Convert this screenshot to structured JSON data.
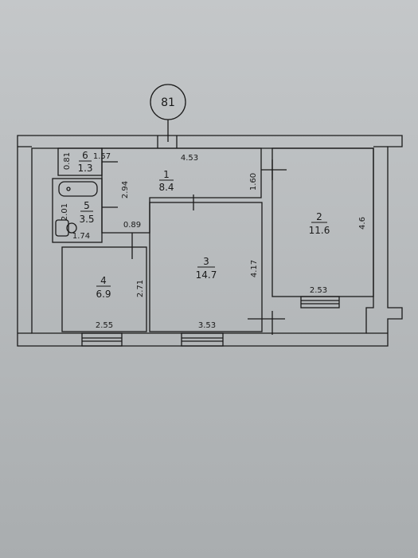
{
  "colors": {
    "paper_top": "#c4c7c9",
    "paper_bottom": "#a9adaf",
    "ink": "#1a1a1a"
  },
  "plan": {
    "apartment_number": "81",
    "rooms": [
      {
        "id": "1",
        "area": "8.4"
      },
      {
        "id": "2",
        "area": "11.6"
      },
      {
        "id": "3",
        "area": "14.7"
      },
      {
        "id": "4",
        "area": "6.9"
      },
      {
        "id": "5",
        "area": "3.5"
      },
      {
        "id": "6",
        "area": "1.3"
      }
    ],
    "dimensions": {
      "d_4_53": "4.53",
      "d_1_60": "1.60",
      "d_4_6": "4.6",
      "d_2_53": "2.53",
      "d_2_94": "2.94",
      "d_0_81": "0.81",
      "d_1_57": "1.57",
      "d_2_01": "2.01",
      "d_1_74": "1.74",
      "d_0_89": "0.89",
      "d_4_17": "4.17",
      "d_3_53": "3.53",
      "d_2_71": "2.71",
      "d_2_55": "2.55"
    }
  }
}
